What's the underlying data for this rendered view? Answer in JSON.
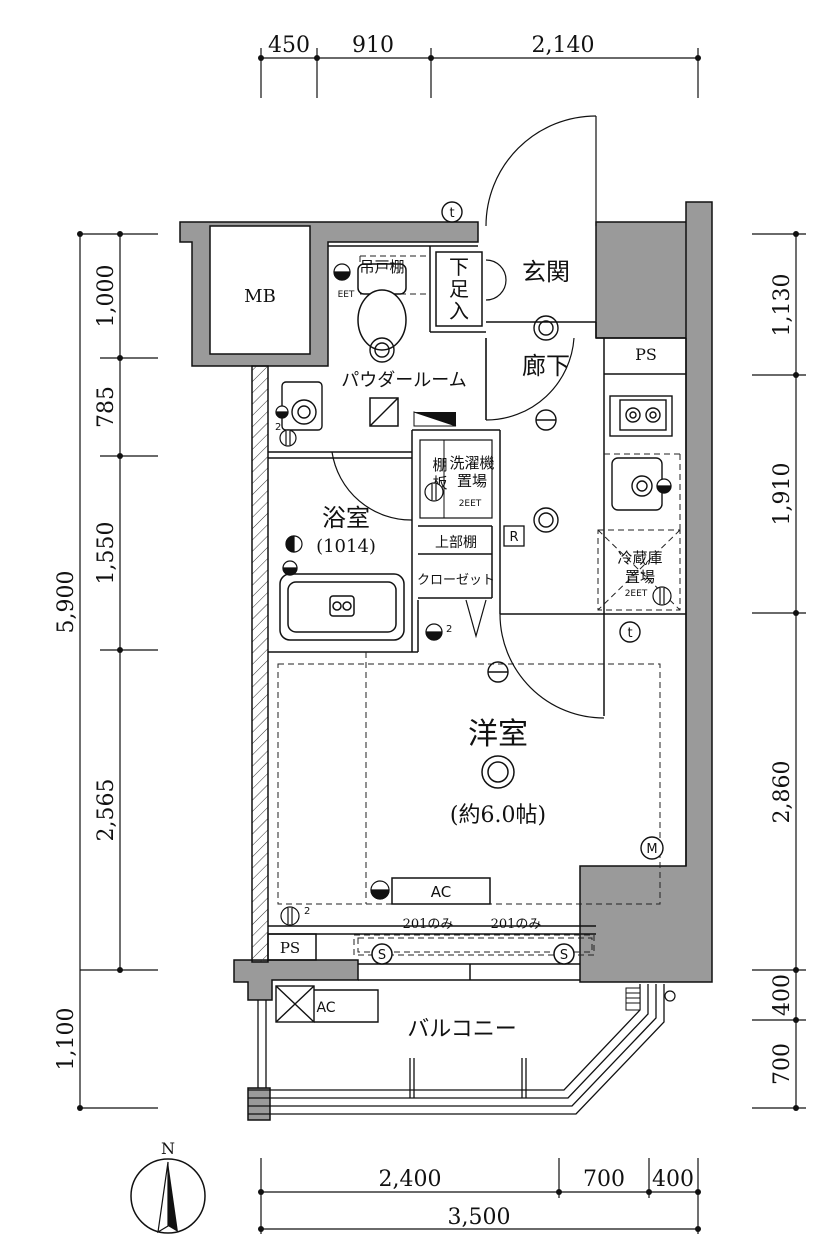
{
  "dimensions": {
    "top": [
      "450",
      "910",
      "2,140"
    ],
    "bottom_segments": [
      "2,400",
      "700",
      "400"
    ],
    "bottom_total": "3,500",
    "left": [
      "1,000",
      "785",
      "1,550",
      "2,565",
      "1,100"
    ],
    "left_total": "5,900",
    "right": [
      "1,130",
      "1,910",
      "2,860",
      "400",
      "700"
    ]
  },
  "rooms": {
    "entrance": "玄関",
    "shoe_box": [
      "下",
      "足",
      "入"
    ],
    "hallway": "廊下",
    "powder_room": "パウダールーム",
    "hanging_shelf": "吊戸棚",
    "bath": "浴室",
    "bath_size": "(1014)",
    "shelf": [
      "棚",
      "板"
    ],
    "washer": [
      "洗濯機",
      "置場"
    ],
    "upper_shelf": "上部棚",
    "closet": "クローゼット",
    "fridge": [
      "冷蔵庫",
      "置場"
    ],
    "western_room": "洋室",
    "western_size": "(約6.0帖)",
    "balcony": "バルコニー",
    "mb": "MB",
    "ps_top": "PS",
    "ps_bottom": "PS"
  },
  "symbols": {
    "ac_indoor": "AC",
    "ac_outdoor": "AC",
    "only_201_left": "201のみ",
    "only_201_right": "201のみ",
    "telephone": "t",
    "meter": "M",
    "sensor": "S",
    "outlet_2eet_a": "2EET",
    "outlet_2eet_b": "2EET",
    "outlet_eet": "EET",
    "superscript": "2",
    "r_mark": "R"
  },
  "compass": {
    "north": "N"
  }
}
